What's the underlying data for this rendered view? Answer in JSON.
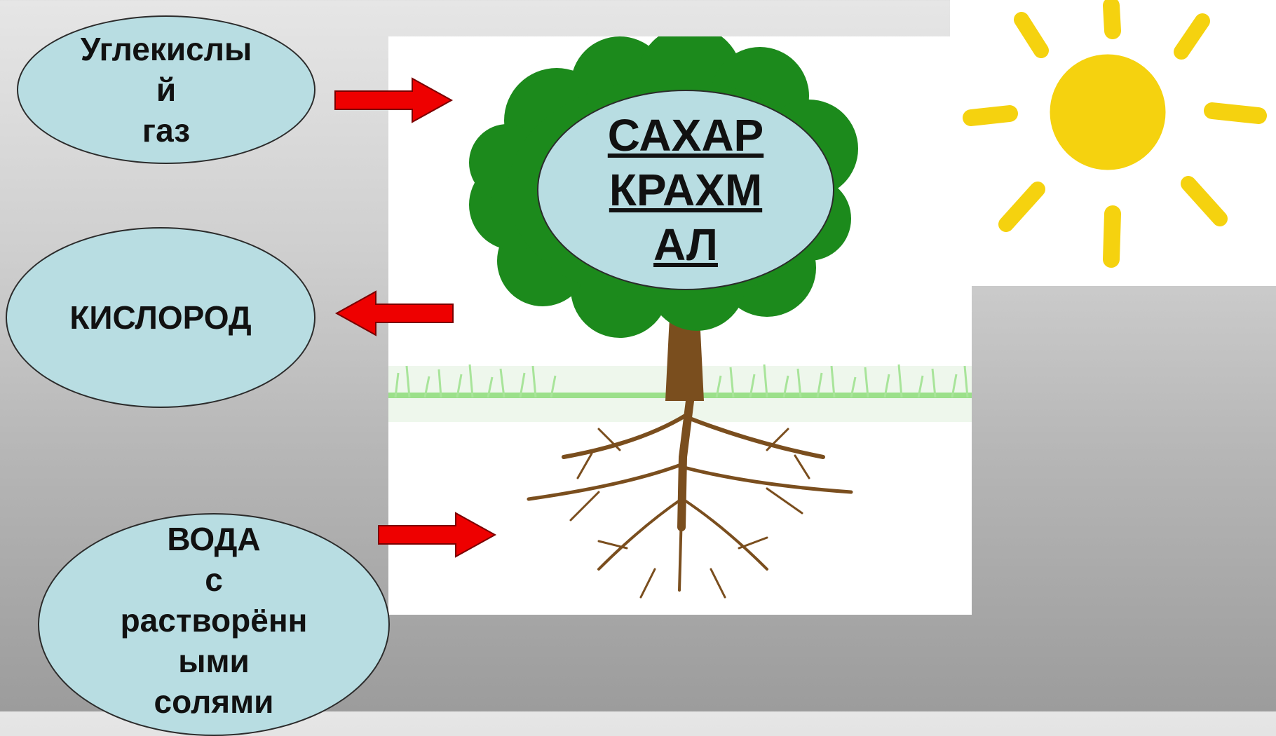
{
  "labels": {
    "carbon_dioxide": "Углекислы\nй\nгаз",
    "oxygen": "КИСЛОРОД",
    "water": "ВОДА\nс\nрастворённ\nыми\nсолями",
    "sugar_starch": "САХАР\nКРАХМ\nАЛ"
  },
  "colors": {
    "oval_fill": "#b8dde2",
    "arrow": "#ee0000",
    "foliage": "#1c8a1c",
    "trunk": "#7a4e1e",
    "sun": "#f5d20f",
    "grass": "#8fdc7a"
  },
  "icons": {
    "tree": "tree-icon",
    "sun": "sun-icon",
    "arrows": "arrow-icon"
  }
}
